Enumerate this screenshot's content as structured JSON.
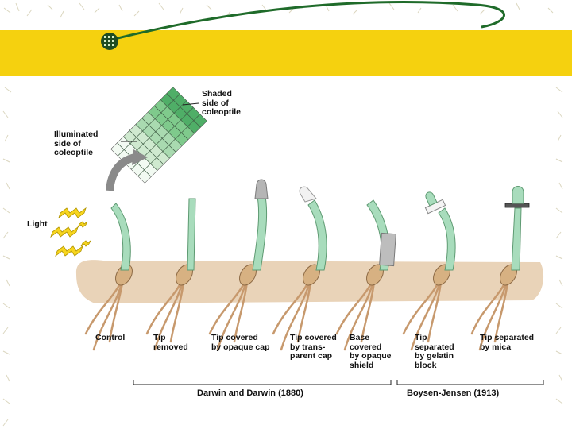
{
  "labels": {
    "shaded": "Shaded\nside of\ncoleoptile",
    "illuminated": "Illuminated\nside of\ncoleoptile",
    "light": "Light"
  },
  "experiments": [
    "Control",
    "Tip\nremoved",
    "Tip covered\nby opaque cap",
    "Tip covered\nby trans-\nparent cap",
    "Base\ncovered\nby opaque\nshield",
    "Tip\nseparated\nby gelatin\nblock",
    "Tip separated\nby mica"
  ],
  "groups": {
    "darwin": "Darwin and Darwin (1880)",
    "boysen": "Boysen-Jensen (1913)"
  },
  "colors": {
    "band": "#f5d10f",
    "stem": "#a8dcbc",
    "soil": "#e9d3b8",
    "root": "#c7996d",
    "arrow_green": "#1f6b2a"
  }
}
